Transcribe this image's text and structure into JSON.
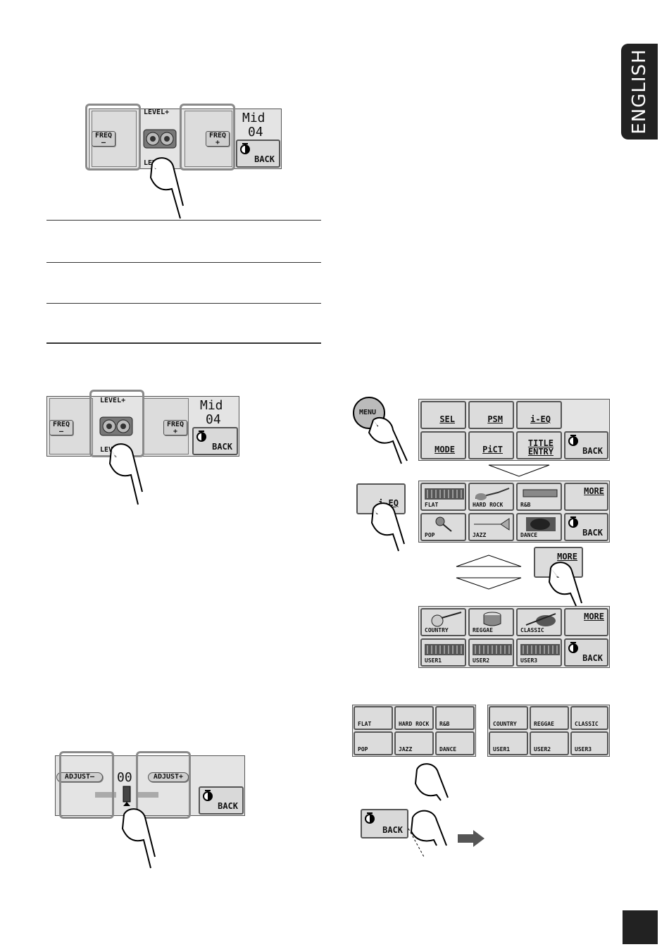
{
  "side_tab": {
    "language": "ENGLISH"
  },
  "screen_level": {
    "freq_minus": "FREQ\n—",
    "freq_plus": "FREQ\n+",
    "level_plus": "LEVEL+",
    "level_minus": "LEVEL—",
    "band": "Mid",
    "value": "04",
    "back": "BACK"
  },
  "screen_adjust": {
    "adjust_minus": "ADJUST—",
    "adjust_plus": "ADJUST+",
    "value": "00",
    "back": "BACK"
  },
  "menu_screen": {
    "menu_button": "MENU",
    "items_row1": [
      "SEL",
      "PSM",
      "i-EQ"
    ],
    "items_row2": [
      "MODE",
      "PiCT",
      "TITLE\nENTRY"
    ],
    "back": "BACK"
  },
  "ieq_button": "i-EQ",
  "eq_page1": {
    "row1": [
      "FLAT",
      "HARD ROCK",
      "R&B"
    ],
    "row2": [
      "POP",
      "JAZZ",
      "DANCE"
    ],
    "more": "MORE",
    "back": "BACK"
  },
  "more_button": "MORE",
  "eq_page2": {
    "row1": [
      "COUNTRY",
      "REGGAE",
      "CLASSIC"
    ],
    "row2": [
      "USER1",
      "USER2",
      "USER3"
    ],
    "more": "MORE",
    "back": "BACK"
  },
  "small_grid_left": {
    "row1": [
      "FLAT",
      "HARD ROCK",
      "R&B"
    ],
    "row2": [
      "POP",
      "JAZZ",
      "DANCE"
    ]
  },
  "small_grid_right": {
    "row1": [
      "COUNTRY",
      "REGGAE",
      "CLASSIC"
    ],
    "row2": [
      "USER1",
      "USER2",
      "USER3"
    ]
  },
  "back_button": "BACK"
}
